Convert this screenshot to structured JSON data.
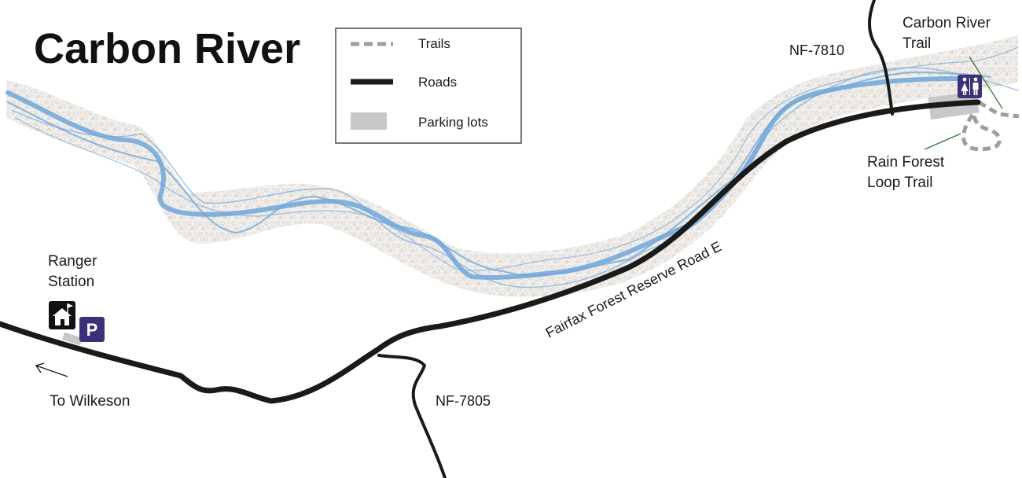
{
  "title": "Carbon River",
  "legend": {
    "items": [
      {
        "symbol": "trail-dash",
        "label": "Trails"
      },
      {
        "symbol": "road-line",
        "label": "Roads"
      },
      {
        "symbol": "parking-box",
        "label": "Parking lots"
      }
    ]
  },
  "labels": {
    "nf_7810": "NF-7810",
    "carbon_river_trail_1": "Carbon River",
    "carbon_river_trail_2": "Trail",
    "rain_forest_1": "Rain Forest",
    "rain_forest_2": "Loop Trail",
    "ranger_1": "Ranger",
    "ranger_2": "Station",
    "to_wilkeson": "To Wilkeson",
    "nf_7805": "NF-7805",
    "fairfax_road": "Fairfax Forest Reserve Road E"
  },
  "icons": {
    "ranger_station": "ranger-station-icon",
    "parking": "parking-icon",
    "parking_letter": "P",
    "restroom": "restroom-icon"
  },
  "colors": {
    "river": "#6fa6dc",
    "riverbed": "#d9d5d0",
    "road": "#1a1a1a",
    "trail": "#9e9e9e",
    "parking": "#c8c8c8",
    "service_icon": "#3b3176",
    "leader_line": "#2e7d32"
  }
}
